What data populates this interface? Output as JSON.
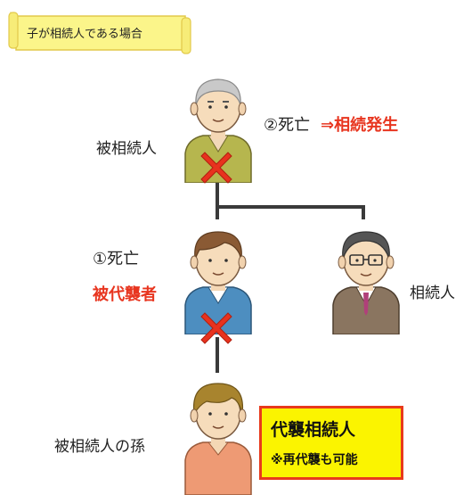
{
  "banner": {
    "text": "子が相続人である場合"
  },
  "labels": {
    "decedent": "被相続人",
    "death2_prefix": "②死亡",
    "death2_result": "⇒相続発生",
    "death1": "①死亡",
    "substituted_person": "被代襲者",
    "heir": "相続人",
    "grandchild": "被相続人の孫"
  },
  "highlight": {
    "title": "代襲相続人",
    "note": "※再代襲も可能"
  },
  "colors": {
    "accent_red": "#e8351f",
    "highlight_yellow": "#fbf400",
    "line_gray": "#3a3a3a",
    "cross_red": "#e8321e"
  },
  "icons": [
    "cross-mark-icon",
    "cross-mark-icon"
  ]
}
